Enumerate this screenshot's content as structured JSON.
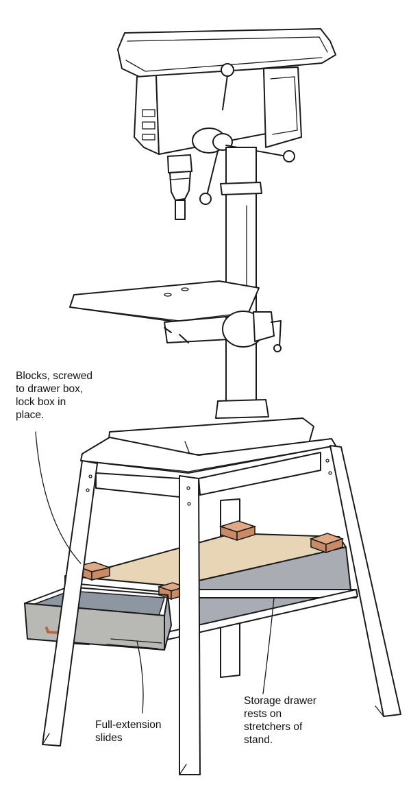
{
  "colors": {
    "ink": "#1a1a1a",
    "plywood": "#e8d5b5",
    "plywood_shade": "#d9c29a",
    "drawer_side": "#a9adb3",
    "drawer_front": "#b8b9b4",
    "drawer_inner": "#8e96a1",
    "block": "#c98a66",
    "block_top": "#e0a985",
    "handle": "#b5683e"
  },
  "labels": {
    "blocks": [
      "Blocks, screwed",
      "to drawer box,",
      "lock box in",
      "place."
    ],
    "storage": [
      "Storage drawer",
      "rests on",
      "stretchers of",
      "stand."
    ],
    "slides": [
      "Full-extension",
      "slides"
    ]
  }
}
